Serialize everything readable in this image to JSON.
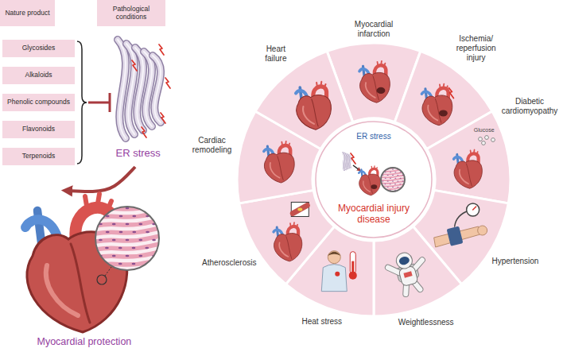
{
  "diagram": {
    "nodes": [
      {
        "text": [
          "Nature product"
        ]
      },
      {
        "text": [
          "Pathological conditions"
        ]
      },
      {
        "text": [
          "Glycosides"
        ]
      },
      {
        "text": [
          "Alkaloids"
        ]
      },
      {
        "text": [
          "Phenolic compounds"
        ]
      },
      {
        "text": [
          "Flavonoids"
        ]
      },
      {
        "text": [
          "Terpenoids"
        ]
      },
      {
        "text": [
          "ER stress",
          "Myocardial injury disease"
        ]
      }
    ],
    "labels": [
      "ER stress",
      "Myocardial protection",
      "Myocardial infarction",
      "Ischemia/ reperfusion injury",
      "Glucose",
      "Diabetic cardiomyopathy",
      "Hypertension",
      "Weightlessness",
      "Heat stress",
      "Atherosclerosis",
      "Cardiac remodeling",
      "Heart failure"
    ]
  }
}
